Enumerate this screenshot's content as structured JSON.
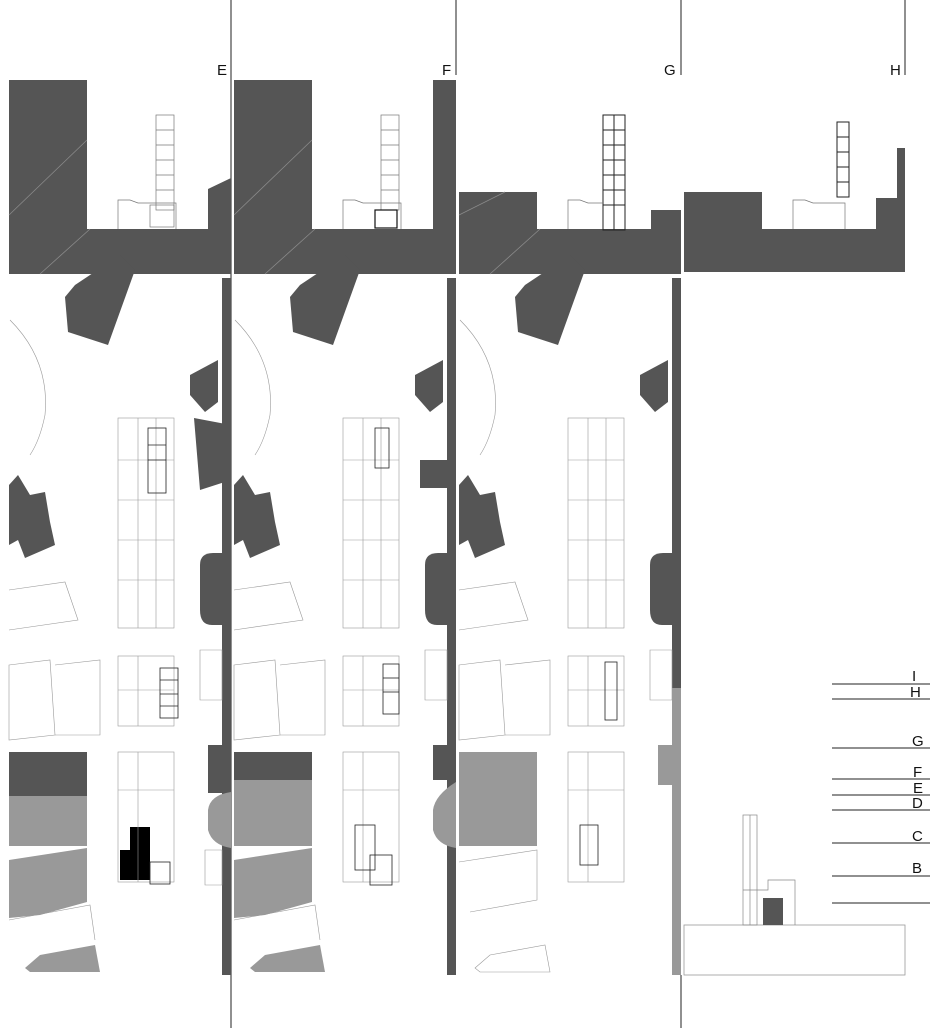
{
  "columns": [
    {
      "id": "col-e",
      "label": "E"
    },
    {
      "id": "col-f",
      "label": "F"
    },
    {
      "id": "col-g",
      "label": "G"
    },
    {
      "id": "col-h",
      "label": "H"
    }
  ],
  "levels": [
    {
      "id": "level-i",
      "label": "I"
    },
    {
      "id": "level-h",
      "label": "H"
    },
    {
      "id": "level-g",
      "label": "G"
    },
    {
      "id": "level-f",
      "label": "F"
    },
    {
      "id": "level-e",
      "label": "E"
    },
    {
      "id": "level-d",
      "label": "D"
    },
    {
      "id": "level-c",
      "label": "C"
    },
    {
      "id": "level-b",
      "label": "B"
    },
    {
      "id": "level-a",
      "label": ""
    }
  ],
  "colors": {
    "dark_mass": "#555555",
    "mid_mass": "#999999",
    "highlight": "#000000",
    "line": "#888888",
    "divider": "#222222"
  }
}
